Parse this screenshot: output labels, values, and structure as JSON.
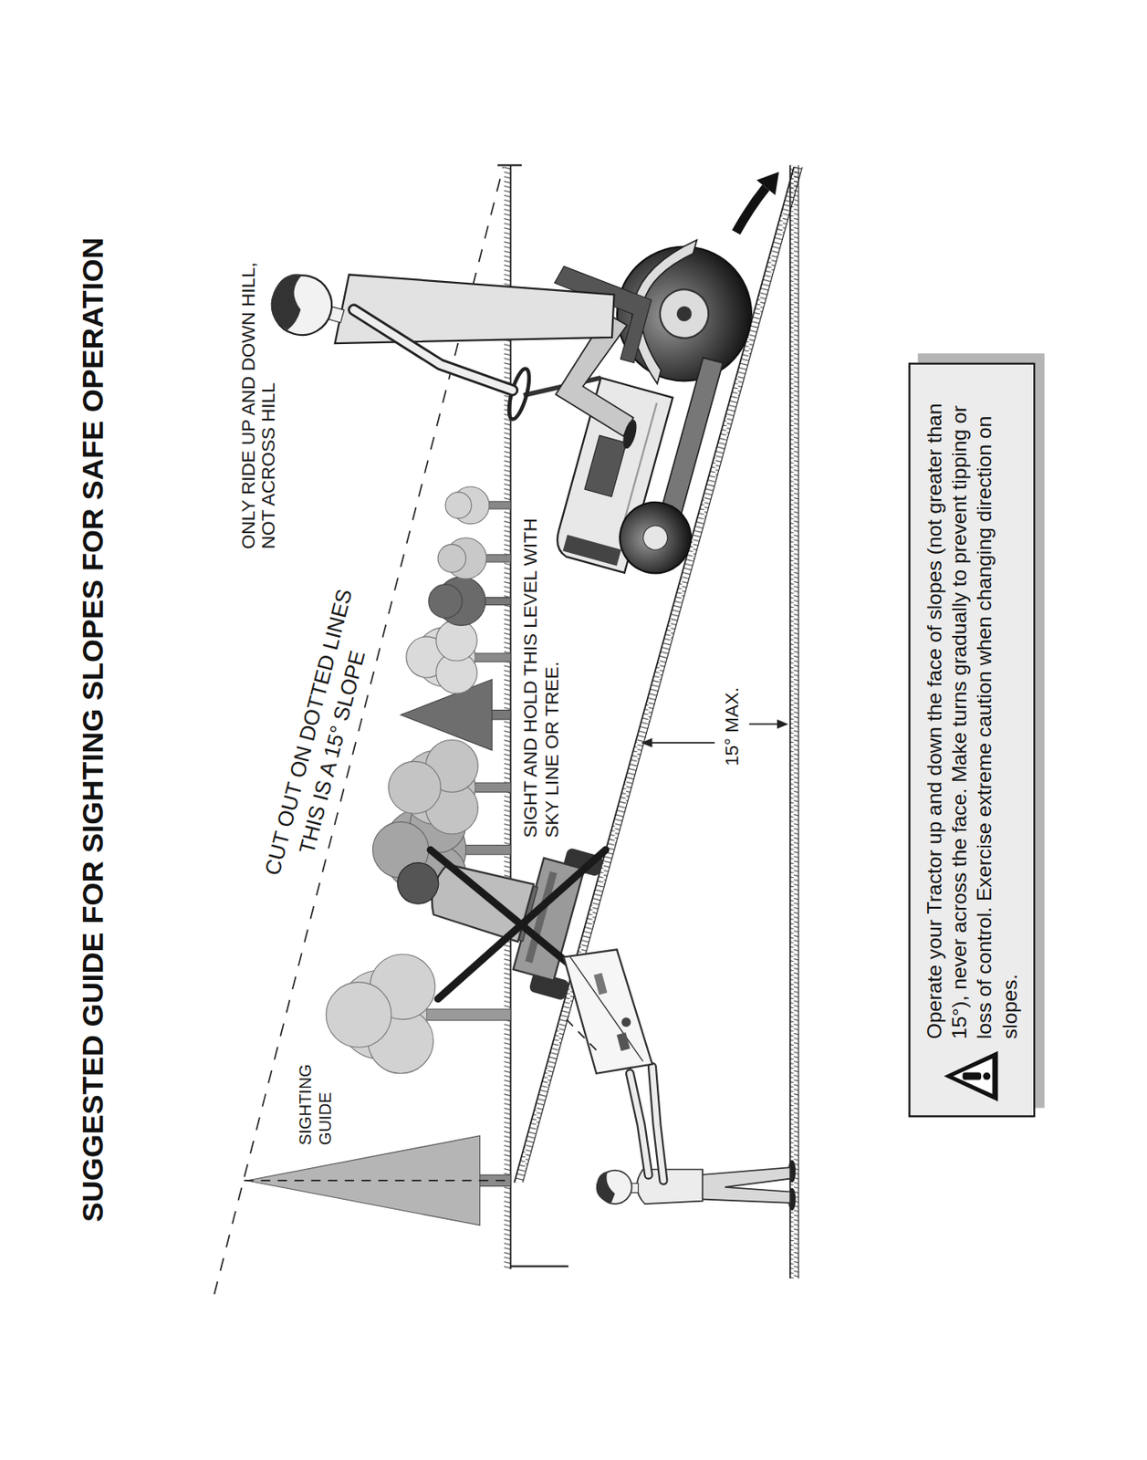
{
  "diagram": {
    "title": "SUGGESTED GUIDE FOR SIGHTING SLOPES FOR SAFE OPERATION",
    "nodes": [
      {
        "text": [
          "Operate your Tractor up and down the face of slopes (not greater than 15°), never across the face. Make turns gradually to prevent tipping or loss of control. Exercise extreme caution when changing direction on slopes."
        ]
      }
    ],
    "labels": [
      "SIGHTING GUIDE",
      "CUT OUT ON DOTTED LINES",
      "THIS IS A 15° SLOPE",
      "SIGHT AND HOLD THIS LEVEL WITH SKY LINE OR TREE.",
      "15° MAX.",
      "ONLY RIDE UP AND DOWN HILL, NOT ACROSS HILL"
    ]
  }
}
